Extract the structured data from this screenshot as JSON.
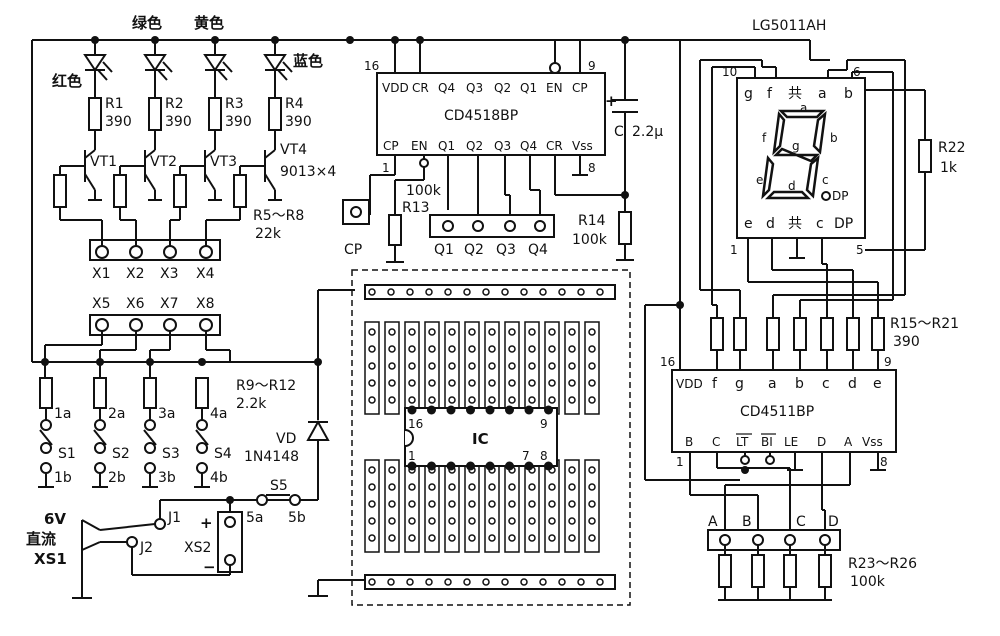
{
  "led_colors": {
    "red": "红色",
    "green": "绿色",
    "yellow": "黄色",
    "blue": "蓝色"
  },
  "resistors": {
    "R1": {
      "name": "R1",
      "value": "390"
    },
    "R2": {
      "name": "R2",
      "value": "390"
    },
    "R3": {
      "name": "R3",
      "value": "390"
    },
    "R4": {
      "name": "R4",
      "value": "390"
    },
    "R5_R8": {
      "name": "R5～R8",
      "value": "22k"
    },
    "R9_R12": {
      "name": "R9～R12",
      "value": "2.2k"
    },
    "R13": {
      "name": "R13",
      "value": "100k"
    },
    "R14": {
      "name": "R14",
      "value": "100k"
    },
    "R15_R21": {
      "name": "R15～R21",
      "value": "390"
    },
    "R22": {
      "name": "R22",
      "value": "1k"
    },
    "R23_R26": {
      "name": "R23～R26",
      "value": "100k"
    }
  },
  "transistors": {
    "labels": [
      "VT1",
      "VT2",
      "VT3",
      "VT4"
    ],
    "note": "9013×4"
  },
  "connectors_top": [
    "X1",
    "X2",
    "X3",
    "X4"
  ],
  "connectors_mid": [
    "X5",
    "X6",
    "X7",
    "X8"
  ],
  "switches": [
    "S1",
    "S2",
    "S3",
    "S4"
  ],
  "switch_contacts_a": [
    "1a",
    "2a",
    "3a",
    "4a"
  ],
  "switch_contacts_b": [
    "1b",
    "2b",
    "3b",
    "4b"
  ],
  "power_switch": {
    "name": "S5",
    "a": "5a",
    "b": "5b"
  },
  "diode": {
    "name": "VD",
    "part": "1N4148"
  },
  "power_input": {
    "voltage": "6V",
    "type": "直流",
    "name": "XS1",
    "j1": "J1",
    "j2": "J2"
  },
  "battery": {
    "name": "XS2",
    "plus": "+",
    "minus": "−"
  },
  "counter": {
    "part": "CD4518BP",
    "top_pins": [
      "VDD",
      "CR",
      "Q4",
      "Q3",
      "Q2",
      "Q1",
      "EN",
      "CP"
    ],
    "bottom_pins": [
      "CP",
      "EN",
      "Q1",
      "Q2",
      "Q3",
      "Q4",
      "CR",
      "Vss"
    ],
    "pin16": "16",
    "pin9": "9",
    "pin1": "1",
    "pin8": "8"
  },
  "counter_outputs": [
    "Q1",
    "Q2",
    "Q3",
    "Q4"
  ],
  "cp_terminal": "CP",
  "capacitor": {
    "name": "C",
    "value": "2.2μ",
    "plus": "+"
  },
  "display": {
    "part": "LG5011AH",
    "top_pins": [
      "g",
      "f",
      "共",
      "a",
      "b"
    ],
    "bottom_pins": [
      "e",
      "d",
      "共",
      "c",
      "DP"
    ],
    "seg_labels": [
      "a",
      "b",
      "c",
      "d",
      "e",
      "f",
      "g",
      "DP"
    ],
    "pin10": "10",
    "pin6": "6",
    "pin1": "1",
    "pin5": "5"
  },
  "decoder": {
    "part": "CD4511BP",
    "top_pins": [
      "VDD",
      "f",
      "g",
      "a",
      "b",
      "c",
      "d",
      "e"
    ],
    "bottom_pins": [
      "B",
      "C",
      "LT",
      "BI",
      "LE",
      "D",
      "A",
      "Vss"
    ],
    "pin16": "16",
    "pin9": "9",
    "pin1": "1",
    "pin8": "8"
  },
  "decoder_inputs": [
    "A",
    "B",
    "C",
    "D"
  ],
  "breadboard": {
    "ic_label": "IC",
    "pin16": "16",
    "pin9": "9",
    "pin1": "1",
    "pin7": "7",
    "pin8": "8"
  }
}
